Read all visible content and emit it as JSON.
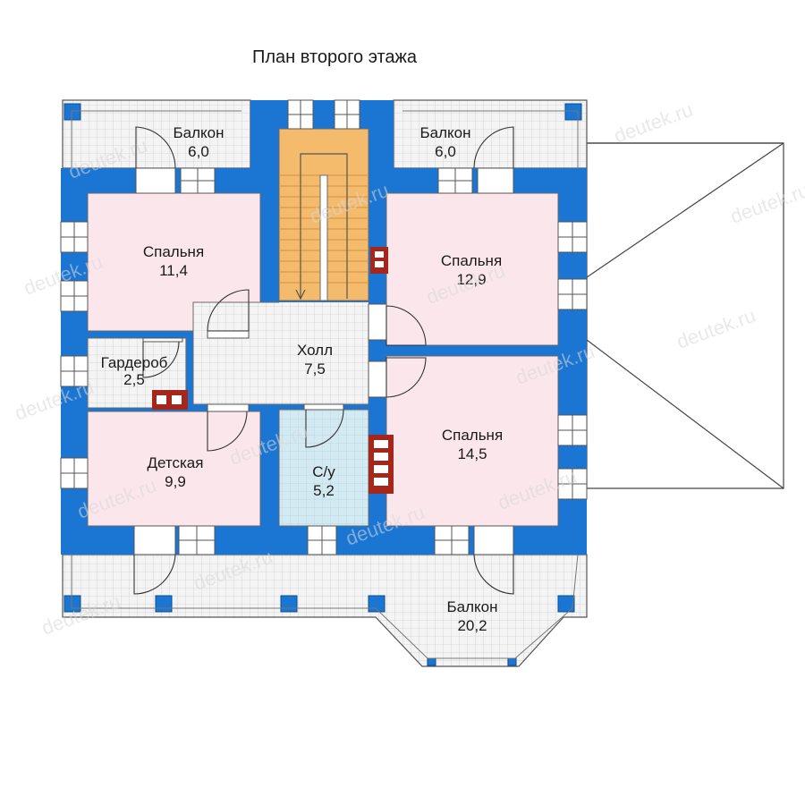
{
  "title": "План второго этажа",
  "colors": {
    "wall": "#1a76d2",
    "bedroom": "#fbe6ec",
    "stairs": "#f5bb6c",
    "bathroom": "#d4eaf2",
    "tile": "#f4f4f4",
    "grid": "#cfcfcf",
    "chimney": "#a5261b",
    "roof_line": "#444444"
  },
  "rooms": {
    "balcony_nw": {
      "name": "Балкон",
      "area": "6,0"
    },
    "balcony_ne": {
      "name": "Балкон",
      "area": "6,0"
    },
    "bedroom_nw": {
      "name": "Спальня",
      "area": "11,4"
    },
    "bedroom_ne": {
      "name": "Спальня",
      "area": "12,9"
    },
    "wardrobe": {
      "name": "Гардероб",
      "area": "2,5"
    },
    "hall": {
      "name": "Холл",
      "area": "7,5"
    },
    "bedroom_se": {
      "name": "Спальня",
      "area": "14,5"
    },
    "kids": {
      "name": "Детская",
      "area": "9,9"
    },
    "bathroom": {
      "name": "С/у",
      "area": "5,2"
    },
    "balcony_s": {
      "name": "Балкон",
      "area": "20,2"
    }
  },
  "watermark": "deutek.ru"
}
